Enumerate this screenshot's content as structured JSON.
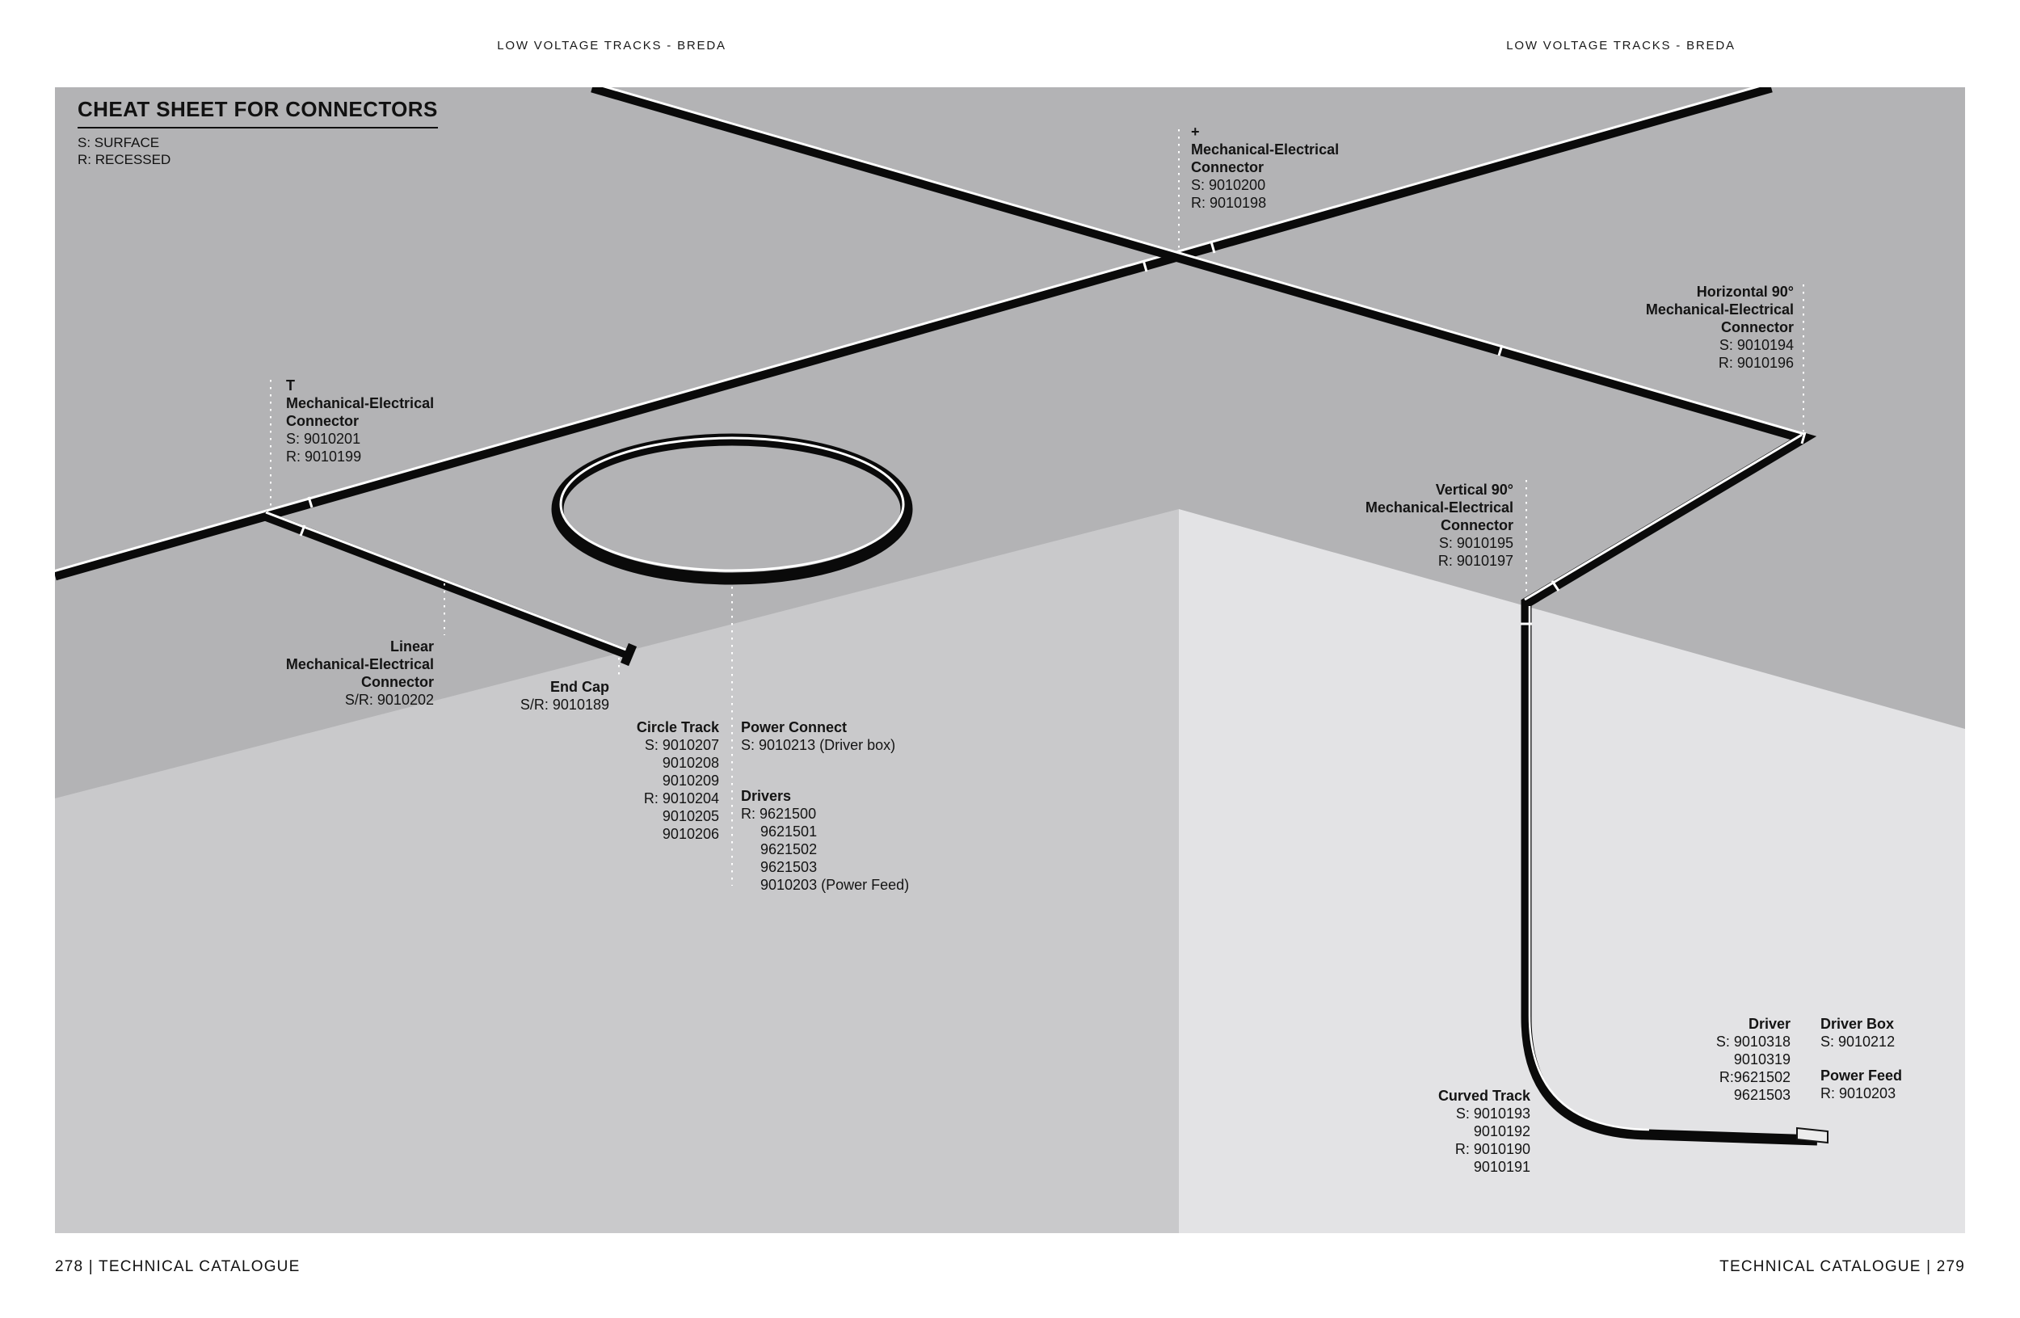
{
  "colors": {
    "page_bg": "#ffffff",
    "wall": "#b3b3b5",
    "floor_left": "#c9c9cb",
    "floor_right": "#e3e3e5",
    "track": "#0a0a0a",
    "highlight": "#ffffff",
    "text": "#141414"
  },
  "header": {
    "left": "LOW VOLTAGE TRACKS - BREDA",
    "right": "LOW VOLTAGE TRACKS - BREDA"
  },
  "footer": {
    "left": "278 | TECHNICAL CATALOGUE",
    "right": "TECHNICAL CATALOGUE | 279"
  },
  "cheat_sheet": {
    "title": "CHEAT SHEET FOR CONNECTORS",
    "legend": [
      "S: SURFACE",
      "R: RECESSED"
    ]
  },
  "labels": {
    "plus_connector": {
      "name": [
        "+",
        "Mechanical-Electrical",
        "Connector"
      ],
      "codes": [
        "S: 9010200",
        "R: 9010198"
      ]
    },
    "horizontal_90": {
      "name": [
        "Horizontal 90°",
        "Mechanical-Electrical",
        "Connector"
      ],
      "codes": [
        "S: 9010194",
        "R: 9010196"
      ]
    },
    "t_connector": {
      "name": [
        "T",
        "Mechanical-Electrical",
        "Connector"
      ],
      "codes": [
        "S: 9010201",
        "R: 9010199"
      ]
    },
    "vertical_90": {
      "name": [
        "Vertical 90°",
        "Mechanical-Electrical",
        "Connector"
      ],
      "codes": [
        "S: 9010195",
        "R: 9010197"
      ]
    },
    "linear_connector": {
      "name": [
        "Linear",
        "Mechanical-Electrical",
        "Connector"
      ],
      "codes": [
        "S/R: 9010202"
      ]
    },
    "end_cap": {
      "name": [
        "End Cap"
      ],
      "codes": [
        "S/R: 9010189"
      ]
    },
    "circle_track": {
      "name": [
        "Circle Track"
      ],
      "codes": [
        "S: 9010207",
        "9010208",
        "9010209",
        "R: 9010204",
        "9010205",
        "9010206"
      ]
    },
    "power_connect": {
      "name": [
        "Power Connect"
      ],
      "codes": [
        "S: 9010213 (Driver box)"
      ]
    },
    "drivers": {
      "name": [
        "Drivers"
      ],
      "codes": [
        "R: 9621500",
        "9621501",
        "9621502",
        "9621503",
        "9010203 (Power Feed)"
      ]
    },
    "driver": {
      "name": [
        "Driver"
      ],
      "codes": [
        "S: 9010318",
        "9010319",
        "R:9621502",
        "9621503"
      ]
    },
    "driver_box": {
      "name": [
        "Driver Box"
      ],
      "codes": [
        "S: 9010212"
      ]
    },
    "power_feed": {
      "name": [
        "Power Feed"
      ],
      "codes": [
        "R: 9010203"
      ]
    },
    "curved_track": {
      "name": [
        "Curved Track"
      ],
      "codes": [
        "S: 9010193",
        "9010192",
        "R: 9010190",
        "9010191"
      ]
    }
  }
}
